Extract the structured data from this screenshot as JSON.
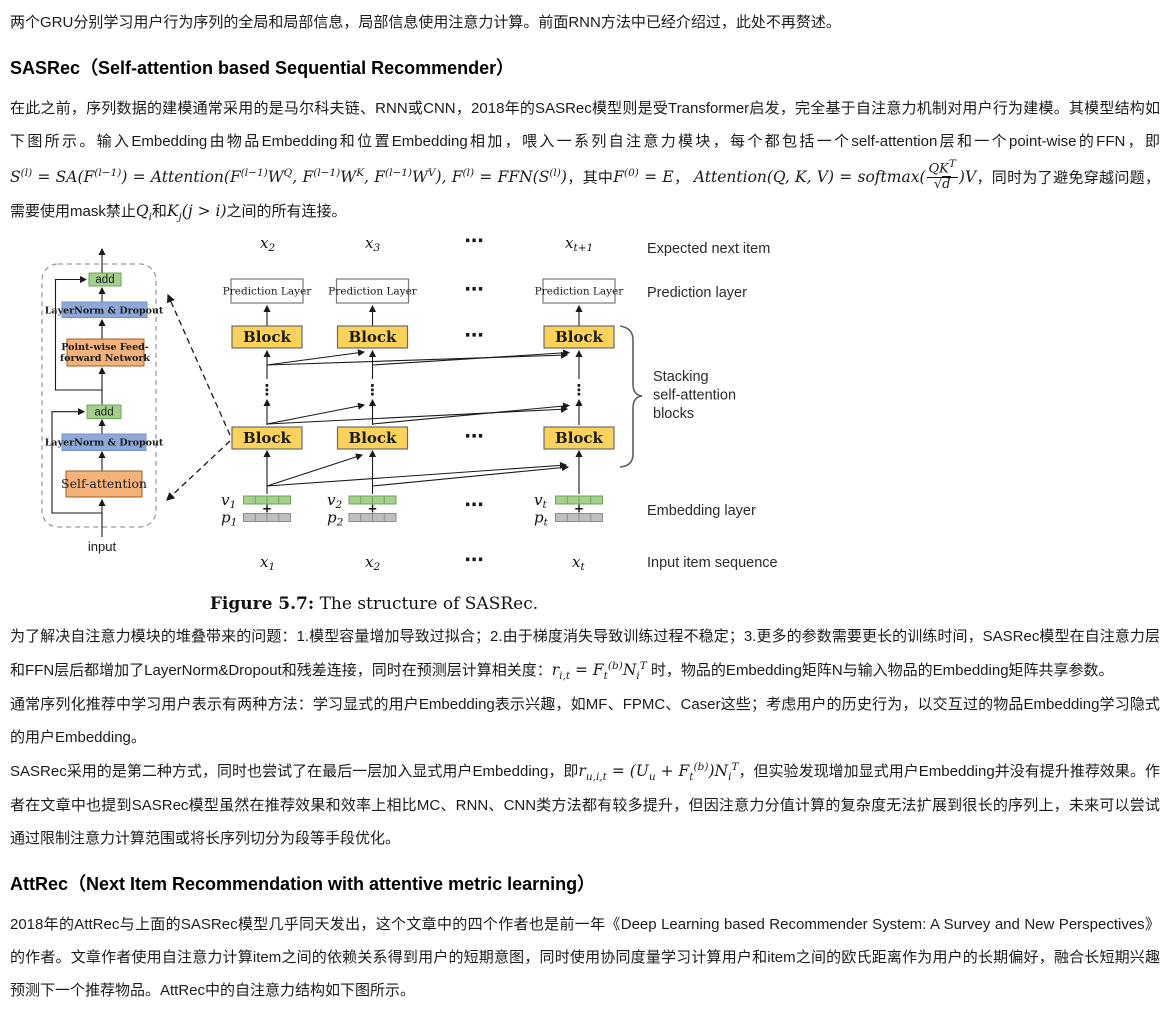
{
  "intro": "两个GRU分别学习用户行为序列的全局和局部信息，局部信息使用注意力计算。前面RNN方法中已经介绍过，此处不再赘述。",
  "sasrec": {
    "heading": "SASRec（Self-attention based Sequential Recommender）",
    "para1_html": "在此之前，序列数据的建模通常采用的是马尔科夫链、RNN或CNN，2018年的SASRec模型则是受Transformer启发，完全基于自注意力机制对用户行为建模。其模型结构如下图所示。输入Embedding由物品Embedding和位置Embedding相加，喂入一系列自注意力模块，每个都包括一个self-attention层和一个point-wise的FFN，即<span class='math'>S<sup>(l)</sup> = SA(F<sup>(l−1)</sup>) = Attention(F<sup>(l−1)</sup>W<sup>Q</sup>, F<sup>(l−1)</sup>W<sup>K</sup>, F<sup>(l−1)</sup>W<sup>V</sup>), F<sup>(l)</sup> = FFN(S<sup>(l)</sup>)</span>，其中<span class='math'>F<sup>(0)</sup> = E</span>， <span class='math'>Attention(Q, K, V) = softmax(<span class='frac'><span class='num'>QK<sup>T</sup></span><span class='den'>√<span class='ol'>d</span></span></span>)V</span>，同时为了避免穿越问题，需要使用mask禁止<span class='math'>Q<sub>i</sub></span>和<span class='math'>K<sub>j</sub>(j &gt; i)</span>之间的所有连接。",
    "para2_html": "为了解决自注意力模块的堆叠带来的问题：1.模型容量增加导致过拟合；2.由于梯度消失导致训练过程不稳定；3.更多的参数需要更长的训练时间，SASRec模型在自注意力层和FFN层后都增加了LayerNorm&amp;Dropout和残差连接，同时在预测层计算相关度：<span class='math'>r<sub>i,t</sub> = F<sub>t</sub><sup>(b)</sup>N<sub>i</sub><sup>T</sup></span> 时，物品的Embedding矩阵N与输入物品的Embedding矩阵共享参数。",
    "para3": "通常序列化推荐中学习用户表示有两种方法：学习显式的用户Embedding表示兴趣，如MF、FPMC、Caser这些；考虑用户的历史行为，以交互过的物品Embedding学习隐式的用户Embedding。",
    "para4_html": "SASRec采用的是第二种方式，同时也尝试了在最后一层加入显式用户Embedding，即<span class='math'>r<sub>u,i,t</sub> = (U<sub>u</sub> + F<sub>t</sub><sup>(b)</sup>)N<sub>i</sub><sup>T</sup></span>，但实验发现增加显式用户Embedding并没有提升推荐效果。作者在文章中也提到SASRec模型虽然在推荐效果和效率上相比MC、RNN、CNN类方法都有较多提升，但因注意力分值计算的复杂度无法扩展到很长的序列上，未来可以尝试通过限制注意力计算范围或将长序列切分为段等手段优化。"
  },
  "attrec": {
    "heading": "AttRec（Next Item Recommendation with attentive metric learning）",
    "para1": "2018年的AttRec与上面的SASRec模型几乎同天发出，这个文章中的四个作者也是前一年《Deep Learning based Recommender System: A Survey and New Perspectives》的作者。文章作者使用自注意力计算item之间的依赖关系得到用户的短期意图，同时使用协同度量学习计算用户和item之间的欧氏距离作为用户的长期偏好，融合长短期兴趣预测下一个推荐物品。AttRec中的自注意力结构如下图所示。"
  },
  "figure": {
    "caption": {
      "label": "Figure 5.7:",
      "text": " The structure of SASRec."
    },
    "detail": {
      "add_label": "add",
      "layernorm_label": "LayerNorm & Dropout",
      "ffn_line1": "Point-wise Feed-",
      "ffn_line2": "forward Network",
      "self_attention_label": "Self-attention",
      "input_label": "input"
    },
    "main": {
      "block_label": "Block",
      "prediction_layer_label": "Prediction Layer",
      "hdots": "⋯",
      "vdots": "⋮",
      "plus": "+",
      "columns": [
        {
          "top_b": "x",
          "top_s": "2",
          "bot_b": "x",
          "bot_s": "1",
          "v_b": "v",
          "v_s": "1",
          "p_b": "p",
          "p_s": "1"
        },
        {
          "top_b": "x",
          "top_s": "3",
          "bot_b": "x",
          "bot_s": "2",
          "v_b": "v",
          "v_s": "2",
          "p_b": "p",
          "p_s": "2"
        },
        {
          "top_b": "x",
          "top_s": "t+1",
          "bot_b": "x",
          "bot_s": "t",
          "v_b": "v",
          "v_s": "t",
          "p_b": "p",
          "p_s": "t"
        }
      ],
      "side_labels": {
        "expected": "Expected next item",
        "prediction": "Prediction layer",
        "stacking_1": "Stacking",
        "stacking_2": "self-attention",
        "stacking_3": "blocks",
        "embedding": "Embedding layer",
        "input_seq": "Input item sequence"
      }
    },
    "colors": {
      "block_fill": "#FBD35B",
      "block_border": "#6B6B6B",
      "orange_fill": "#F2B279",
      "orange_border": "#9C5F23",
      "blue_fill": "#8FA8D8",
      "blue_border": "#7090C8",
      "green_fill": "#A5CF8D",
      "green_border": "#6FA356",
      "gray_fill": "#BFBFBF",
      "gray_border": "#8C8C8C"
    }
  }
}
